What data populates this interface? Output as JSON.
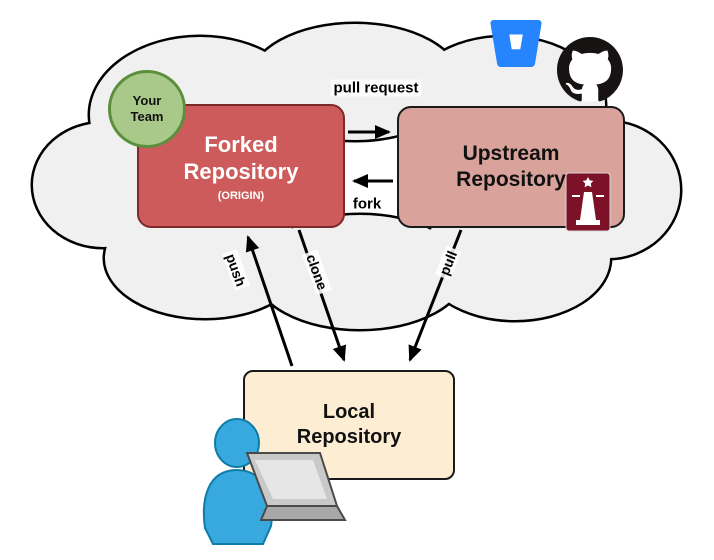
{
  "nodes": {
    "forked": {
      "title": "Forked Repository",
      "subtitle": "(ORIGIN)"
    },
    "upstream": {
      "title": "Upstream Repository"
    },
    "local": {
      "title": "Local Repository"
    },
    "team_badge": "Your Team"
  },
  "edges": {
    "pull_request": "pull request",
    "fork": "fork",
    "push": "push",
    "clone": "clone",
    "pull": "pull"
  },
  "icons": {
    "bitbucket": "bitbucket-icon",
    "github": "github-icon",
    "shield": "university-shield-icon",
    "person": "person-laptop-icon"
  },
  "colors": {
    "forked_bg": "#cd5b5b",
    "forked_border": "#7c2a2a",
    "upstream_bg": "#d9a39b",
    "local_bg": "#fdeed3",
    "team_bg": "#a9c98b",
    "team_border": "#5b8f3b",
    "cloud_bg": "#f0f0f0",
    "arrow": "#000000",
    "bitbucket_blue": "#2684ff",
    "github_black": "#161312",
    "shield_red": "#7c1127",
    "person_blue": "#38a9de"
  }
}
